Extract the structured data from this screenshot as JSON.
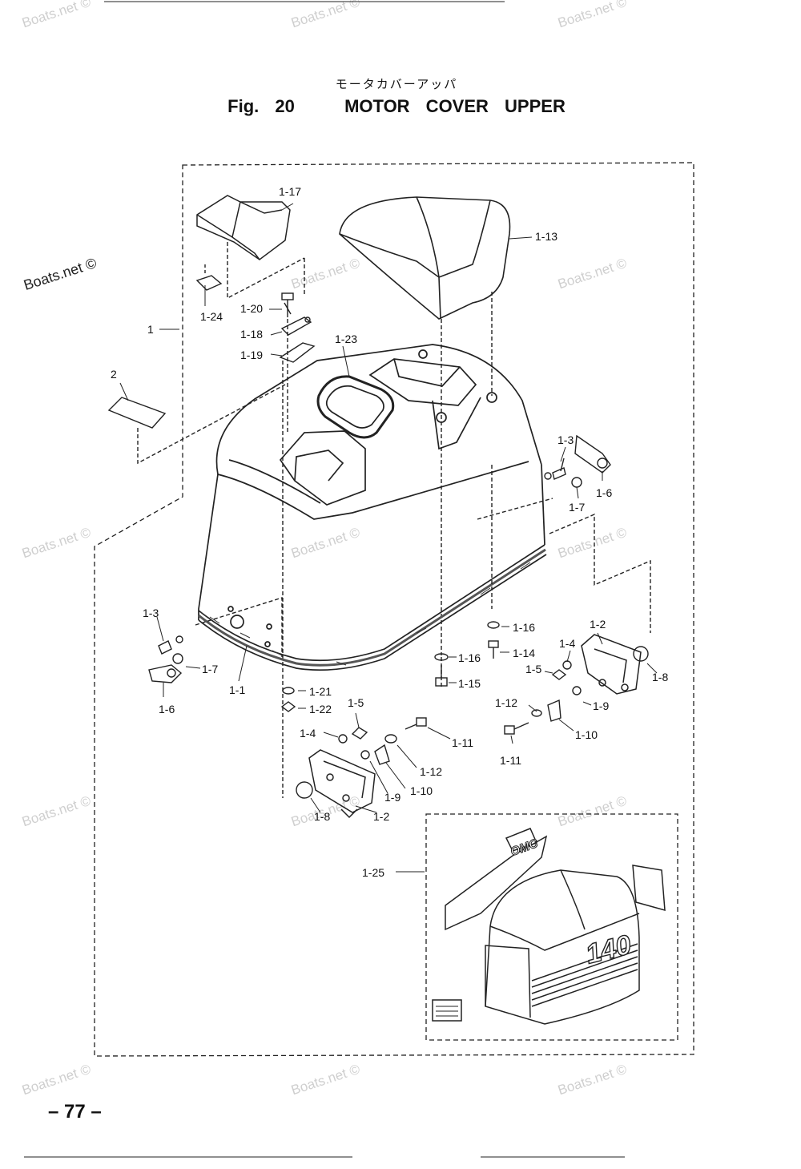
{
  "header": {
    "japanese_title": "モータカバーアッパ",
    "figure_number": "Fig. 20",
    "title": "MOTOR COVER UPPER"
  },
  "page_number": "– 77 –",
  "watermark": "Boats.net ©",
  "labels": {
    "l_1": "1",
    "l_2": "2",
    "l_1_1": "1-1",
    "l_1_2a": "1-2",
    "l_1_2b": "1-2",
    "l_1_3a": "1-3",
    "l_1_3b": "1-3",
    "l_1_4a": "1-4",
    "l_1_4b": "1-4",
    "l_1_5a": "1-5",
    "l_1_5b": "1-5",
    "l_1_6a": "1-6",
    "l_1_6b": "1-6",
    "l_1_7a": "1-7",
    "l_1_7b": "1-7",
    "l_1_8a": "1-8",
    "l_1_8b": "1-8",
    "l_1_9a": "1-9",
    "l_1_9b": "1-9",
    "l_1_10a": "1-10",
    "l_1_10b": "1-10",
    "l_1_11a": "1-11",
    "l_1_11b": "1-11",
    "l_1_12a": "1-12",
    "l_1_12b": "1-12",
    "l_1_13": "1-13",
    "l_1_14": "1-14",
    "l_1_15": "1-15",
    "l_1_16a": "1-16",
    "l_1_16b": "1-16",
    "l_1_17": "1-17",
    "l_1_18": "1-18",
    "l_1_19": "1-19",
    "l_1_20": "1-20",
    "l_1_21": "1-21",
    "l_1_22": "1-22",
    "l_1_23": "1-23",
    "l_1_24": "1-24",
    "l_1_25": "1-25"
  },
  "decal_text": {
    "model_number": "140",
    "logo": "OMC"
  }
}
